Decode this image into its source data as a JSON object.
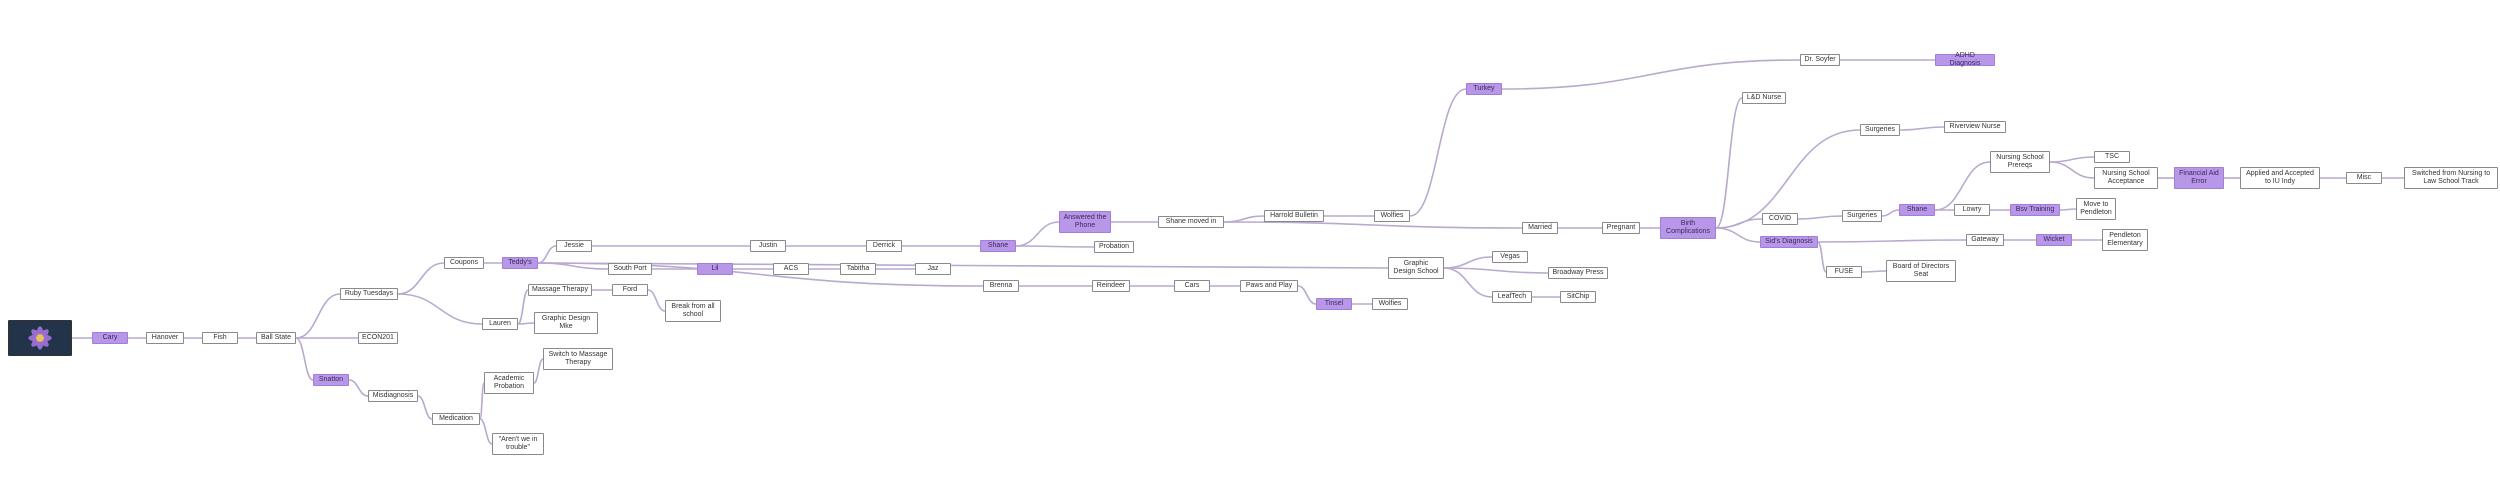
{
  "map": {
    "root_image_icon": "purple-flower-photo",
    "nodes": [
      {
        "id": "root",
        "label": "",
        "kind": "image"
      },
      {
        "id": "cary",
        "label": "Cary",
        "hl": true
      },
      {
        "id": "hanover",
        "label": "Hanover"
      },
      {
        "id": "fish",
        "label": "Fish"
      },
      {
        "id": "ballstate",
        "label": "Ball State"
      },
      {
        "id": "rubytuesdays",
        "label": "Ruby Tuesdays"
      },
      {
        "id": "econ201",
        "label": "ECON201"
      },
      {
        "id": "snatton",
        "label": "Snatton",
        "hl": true
      },
      {
        "id": "coupons",
        "label": "Coupons"
      },
      {
        "id": "lauren",
        "label": "Lauren"
      },
      {
        "id": "teddys",
        "label": "Teddy's",
        "hl": true
      },
      {
        "id": "massagetherapy",
        "label": "Massage Therapy"
      },
      {
        "id": "graphicdesignmke",
        "label": "Graphic Design Mke"
      },
      {
        "id": "ford",
        "label": "Ford"
      },
      {
        "id": "breakschool",
        "label": "Break from all school"
      },
      {
        "id": "misdiagnosis",
        "label": "Misdiagnosis"
      },
      {
        "id": "medication",
        "label": "Medication"
      },
      {
        "id": "academicprobation",
        "label": "Academic Probation"
      },
      {
        "id": "switchmassage",
        "label": "Switch to Massage Therapy"
      },
      {
        "id": "arentwe",
        "label": "\"Aren't we in trouble\""
      },
      {
        "id": "jessie",
        "label": "Jessie"
      },
      {
        "id": "southport",
        "label": "South Port"
      },
      {
        "id": "lilj",
        "label": "Lil",
        "hl": true
      },
      {
        "id": "acs",
        "label": "ACS"
      },
      {
        "id": "tabitha",
        "label": "Tabitha"
      },
      {
        "id": "jaz",
        "label": "Jaz"
      },
      {
        "id": "justin",
        "label": "Justin"
      },
      {
        "id": "derrick",
        "label": "Derrick"
      },
      {
        "id": "shane",
        "label": "Shane",
        "hl": true
      },
      {
        "id": "answeredphone",
        "label": "Answered the Phone",
        "hl": true
      },
      {
        "id": "probation",
        "label": "Probation"
      },
      {
        "id": "shanemovedin",
        "label": "Shane moved in"
      },
      {
        "id": "harroldbutelin",
        "label": "Harrold Bulletin"
      },
      {
        "id": "wolfies1",
        "label": "Wolfies"
      },
      {
        "id": "turkey",
        "label": "Turkey",
        "hl": true
      },
      {
        "id": "drsoyfer",
        "label": "Dr. Soyfer"
      },
      {
        "id": "adhd",
        "label": "ADHD Diagnosis",
        "hl": true
      },
      {
        "id": "brenna",
        "label": "Brenna"
      },
      {
        "id": "reindeer",
        "label": "Reindeer"
      },
      {
        "id": "cars",
        "label": "Cars"
      },
      {
        "id": "pawsplay",
        "label": "Paws and Play"
      },
      {
        "id": "tinsel",
        "label": "Tinsel",
        "hl": true
      },
      {
        "id": "wolfies2",
        "label": "Wolfies"
      },
      {
        "id": "graphicdesignschool",
        "label": "Graphic Design School"
      },
      {
        "id": "vegas",
        "label": "Vegas"
      },
      {
        "id": "broadwaypress",
        "label": "Broadway Press"
      },
      {
        "id": "leaftech",
        "label": "LeafTech"
      },
      {
        "id": "sitchip",
        "label": "SitChip"
      },
      {
        "id": "married",
        "label": "Married"
      },
      {
        "id": "pregnant",
        "label": "Pregnant"
      },
      {
        "id": "birthcomp",
        "label": "Birth Complications",
        "hl": true
      },
      {
        "id": "ldnurse",
        "label": "L&D Nurse"
      },
      {
        "id": "surgeries1",
        "label": "Surgeries"
      },
      {
        "id": "riverviewnurse",
        "label": "Riverview Nurse"
      },
      {
        "id": "covid",
        "label": "COVID"
      },
      {
        "id": "surgeries2",
        "label": "Surgeries"
      },
      {
        "id": "shane2",
        "label": "Shane",
        "hl": true
      },
      {
        "id": "nursingprereqs",
        "label": "Nursing School Prereqs"
      },
      {
        "id": "tsc",
        "label": "TSC"
      },
      {
        "id": "nursingacceptance",
        "label": "Nursing School Acceptance"
      },
      {
        "id": "financialaid",
        "label": "Financial Aid Error",
        "hl": true
      },
      {
        "id": "appliedaccepted",
        "label": "Applied and Accepted to IU Indy"
      },
      {
        "id": "misc",
        "label": "Misc"
      },
      {
        "id": "switchednursing",
        "label": "Switched from Nursing to Law School Track"
      },
      {
        "id": "lowry",
        "label": "Lowry"
      },
      {
        "id": "bsvtraining",
        "label": "Bsv Training",
        "hl": true
      },
      {
        "id": "movependleton",
        "label": "Move to Pendleton"
      },
      {
        "id": "sidsdiagnosis",
        "label": "Sid's Diagnosis",
        "hl": true
      },
      {
        "id": "gateway",
        "label": "Gateway"
      },
      {
        "id": "wicket",
        "label": "Wicket",
        "hl": true
      },
      {
        "id": "pendletonelem",
        "label": "Pendleton Elementary"
      },
      {
        "id": "fuse",
        "label": "FUSE"
      },
      {
        "id": "boardseat",
        "label": "Board of Directors Seat"
      }
    ],
    "edges": [
      [
        "root",
        "cary"
      ],
      [
        "cary",
        "hanover"
      ],
      [
        "hanover",
        "fish"
      ],
      [
        "fish",
        "ballstate"
      ],
      [
        "ballstate",
        "rubytuesdays"
      ],
      [
        "ballstate",
        "econ201"
      ],
      [
        "ballstate",
        "snatton"
      ],
      [
        "rubytuesdays",
        "coupons"
      ],
      [
        "rubytuesdays",
        "lauren"
      ],
      [
        "coupons",
        "teddys"
      ],
      [
        "lauren",
        "massagetherapy"
      ],
      [
        "lauren",
        "graphicdesignmke"
      ],
      [
        "massagetherapy",
        "ford"
      ],
      [
        "ford",
        "breakschool"
      ],
      [
        "snatton",
        "misdiagnosis"
      ],
      [
        "misdiagnosis",
        "medication"
      ],
      [
        "medication",
        "academicprobation"
      ],
      [
        "medication",
        "arentwe"
      ],
      [
        "academicprobation",
        "switchmassage"
      ],
      [
        "teddys",
        "jessie"
      ],
      [
        "teddys",
        "southport"
      ],
      [
        "teddys",
        "brenna"
      ],
      [
        "teddys",
        "graphicdesignschool"
      ],
      [
        "jessie",
        "justin"
      ],
      [
        "justin",
        "derrick"
      ],
      [
        "derrick",
        "shane"
      ],
      [
        "southport",
        "lilj"
      ],
      [
        "lilj",
        "acs"
      ],
      [
        "acs",
        "tabitha"
      ],
      [
        "tabitha",
        "jaz"
      ],
      [
        "shane",
        "answeredphone"
      ],
      [
        "shane",
        "probation"
      ],
      [
        "answeredphone",
        "shanemovedin"
      ],
      [
        "shanemovedin",
        "harroldbutelin"
      ],
      [
        "harroldbutelin",
        "wolfies1"
      ],
      [
        "wolfies1",
        "turkey"
      ],
      [
        "turkey",
        "drsoyfer"
      ],
      [
        "drsoyfer",
        "adhd"
      ],
      [
        "shanemovedin",
        "married"
      ],
      [
        "married",
        "pregnant"
      ],
      [
        "pregnant",
        "birthcomp"
      ],
      [
        "brenna",
        "reindeer"
      ],
      [
        "reindeer",
        "cars"
      ],
      [
        "cars",
        "pawsplay"
      ],
      [
        "pawsplay",
        "tinsel"
      ],
      [
        "tinsel",
        "wolfies2"
      ],
      [
        "graphicdesignschool",
        "vegas"
      ],
      [
        "graphicdesignschool",
        "broadwaypress"
      ],
      [
        "graphicdesignschool",
        "leaftech"
      ],
      [
        "leaftech",
        "sitchip"
      ],
      [
        "birthcomp",
        "ldnurse"
      ],
      [
        "birthcomp",
        "surgeries1"
      ],
      [
        "surgeries1",
        "riverviewnurse"
      ],
      [
        "birthcomp",
        "covid"
      ],
      [
        "birthcomp",
        "sidsdiagnosis"
      ],
      [
        "covid",
        "surgeries2"
      ],
      [
        "surgeries2",
        "shane2"
      ],
      [
        "shane2",
        "nursingprereqs"
      ],
      [
        "shane2",
        "lowry"
      ],
      [
        "nursingprereqs",
        "tsc"
      ],
      [
        "nursingprereqs",
        "nursingacceptance"
      ],
      [
        "nursingacceptance",
        "financialaid"
      ],
      [
        "financialaid",
        "appliedaccepted"
      ],
      [
        "appliedaccepted",
        "misc"
      ],
      [
        "misc",
        "switchednursing"
      ],
      [
        "lowry",
        "bsvtraining"
      ],
      [
        "bsvtraining",
        "movependleton"
      ],
      [
        "sidsdiagnosis",
        "gateway"
      ],
      [
        "sidsdiagnosis",
        "fuse"
      ],
      [
        "gateway",
        "wicket"
      ],
      [
        "wicket",
        "pendletonelem"
      ],
      [
        "fuse",
        "boardseat"
      ]
    ],
    "colors": {
      "edge": "#b9a9cf",
      "highlight": "#b896e8",
      "node_border": "#8a8a8a"
    }
  }
}
